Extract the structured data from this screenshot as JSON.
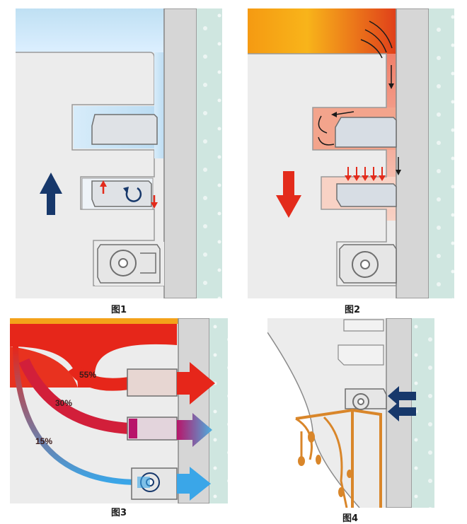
{
  "captions": [
    "图1",
    "图2",
    "图3",
    "图4"
  ],
  "figure3": {
    "labels": [
      "55%",
      "30%",
      "15%"
    ]
  },
  "colors": {
    "wall": "#d6d6d6",
    "panel_bg": "#ececec",
    "insulation": "#cfe6e0",
    "cool_air": "#cfe6f5",
    "heat": "#e83a1a",
    "flame": "#f7a21b",
    "arrow_blue": "#17386b",
    "glue": "#d9862a"
  }
}
